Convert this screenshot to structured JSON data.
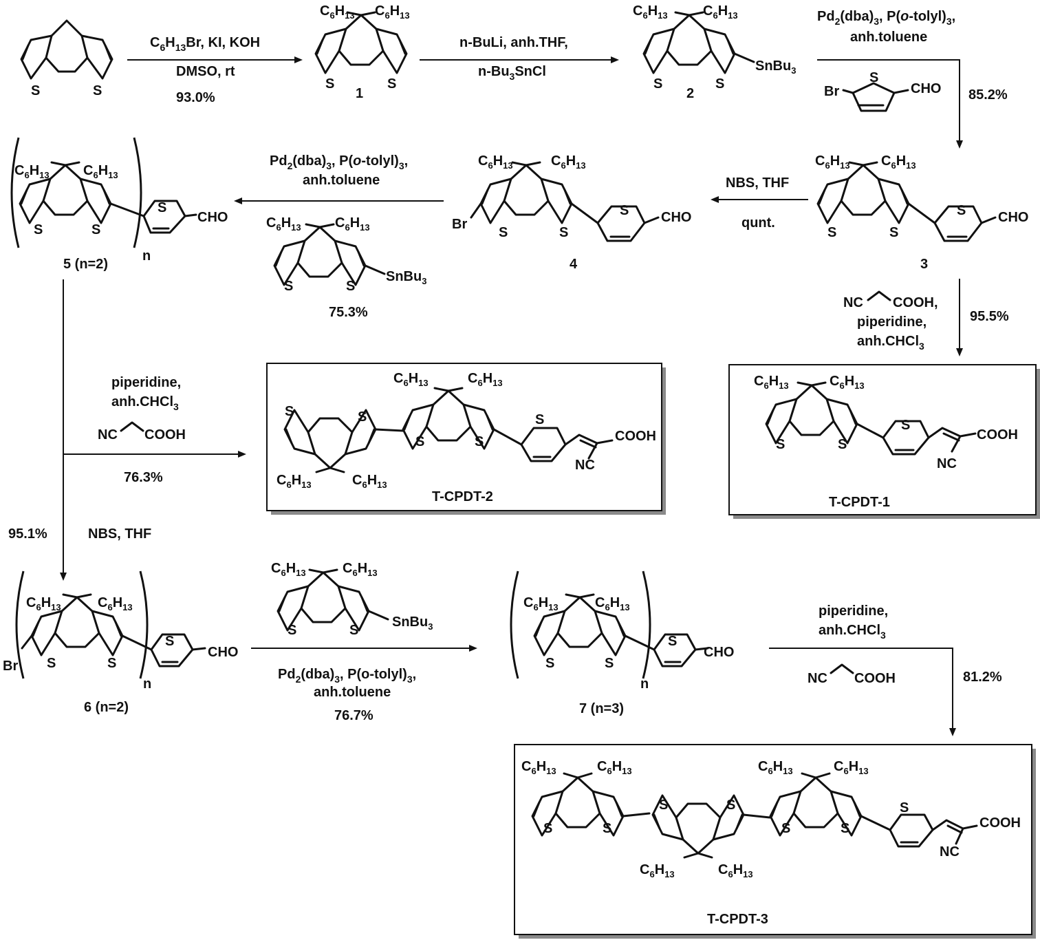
{
  "atoms": {
    "S": "S",
    "Br": "Br",
    "CHO": "CHO",
    "COOH": "COOH",
    "NC": "NC",
    "SnBu": "SnBu",
    "sub3": "3",
    "n": "n",
    "C6": "C",
    "six": "6",
    "H": "H",
    "thirteen": "13"
  },
  "compounds": {
    "c1": "1",
    "c2": "2",
    "c3": "3",
    "c4": "4",
    "c5": "5 (n=2)",
    "c6": "6 (n=2)",
    "c7": "7 (n=3)",
    "t1": "T-CPDT-1",
    "t2": "T-CPDT-2",
    "t3": "T-CPDT-3"
  },
  "steps": {
    "s1": {
      "reagents_a": "C",
      "reagents_sub": "6",
      "reagents_b": "H",
      "reagents_sub2": "13",
      "reagents_c": "Br, KI, KOH",
      "solvent": "DMSO, rt",
      "yield": "93.0%"
    },
    "s2": {
      "line1": "n-BuLi, anh.THF,",
      "line2a": "n-Bu",
      "line2sub": "3",
      "line2b": "SnCl"
    },
    "s3": {
      "line1a": "Pd",
      "line1sub": "2",
      "line1b": "(dba)",
      "line1sub2": "3",
      "line1c": ", P(",
      "line1i": "o",
      "line1d": "-tolyl)",
      "line1sub3": "3",
      "line1e": ",",
      "line2": "anh.toluene",
      "yield": "85.2%"
    },
    "s4": {
      "reagent": "NBS, THF",
      "yield": "qunt."
    },
    "s5": {
      "line1a": "Pd",
      "line1sub": "2",
      "line1b": "(dba)",
      "line1sub2": "3",
      "line1c": ", P(",
      "line1i": "o",
      "line1d": "-tolyl)",
      "line1sub3": "3",
      "line1e": ",",
      "line2": "anh.toluene",
      "yield": "75.3%"
    },
    "s6": {
      "line1": "piperidine,",
      "line2a": "anh.CHCl",
      "line2sub": "3",
      "yield": "95.5%"
    },
    "s7": {
      "line1": "piperidine,",
      "line2a": "anh.CHCl",
      "line2sub": "3",
      "yield": "76.3%"
    },
    "s8": {
      "reagent": "NBS, THF",
      "yield": "95.1%"
    },
    "s9": {
      "line1a": "Pd",
      "line1sub": "2",
      "line1b": "(dba)",
      "line1sub2": "3",
      "line1c": ", P(o-tolyl)",
      "line1sub3": "3",
      "line1e": ",",
      "line2": "anh.toluene",
      "yield": "76.7%"
    },
    "s10": {
      "line1": "piperidine,",
      "line2a": "anh.CHCl",
      "line2sub": "3",
      "yield": "81.2%"
    }
  },
  "reagent_labels": {
    "cooh_short": "COOH",
    "cooh_comma": "COOH,",
    "nc": "NC"
  }
}
